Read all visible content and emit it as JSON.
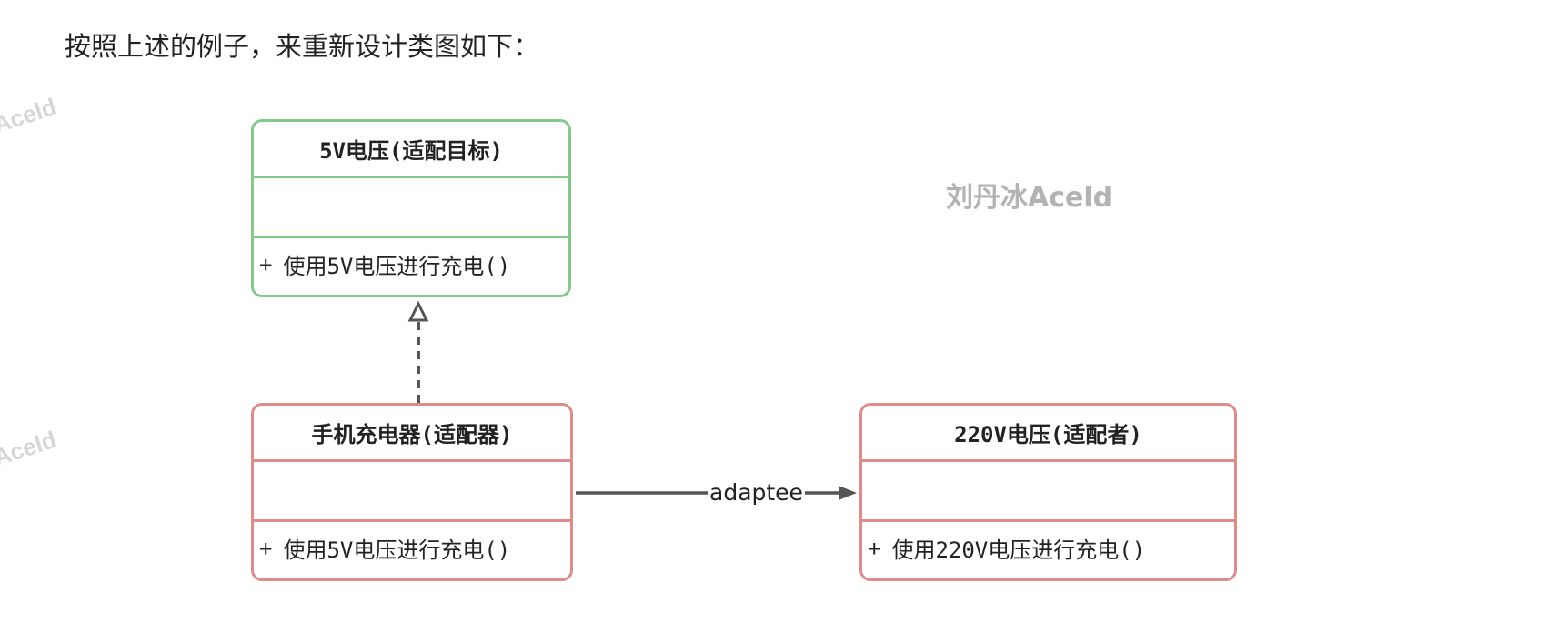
{
  "intro_text": "按照上述的例子，来重新设计类图如下：",
  "watermark": {
    "side": "Aceld",
    "main": "刘丹冰Aceld"
  },
  "classes": {
    "target": {
      "name": "5V电压(适配目标)",
      "visibility": "+",
      "operation": "使用5V电压进行充电()",
      "color": "#82c98a"
    },
    "adapter": {
      "name": "手机充电器(适配器)",
      "visibility": "+",
      "operation": "使用5V电压进行充电()",
      "color": "#e08a8a"
    },
    "adaptee": {
      "name": "220V电压(适配者)",
      "visibility": "+",
      "operation": "使用220V电压进行充电()",
      "color": "#e08a8a"
    }
  },
  "relations": {
    "realization": {
      "from": "adapter",
      "to": "target"
    },
    "association": {
      "from": "adapter",
      "to": "adaptee",
      "label": "adaptee"
    }
  }
}
